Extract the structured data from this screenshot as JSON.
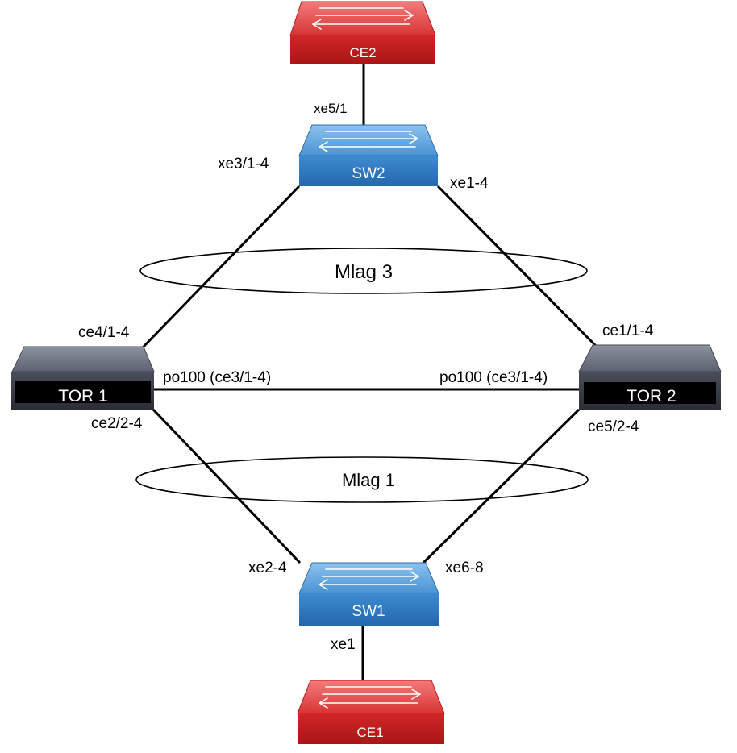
{
  "devices": {
    "ce2": {
      "name": "CE2",
      "kind": "router"
    },
    "sw2": {
      "name": "SW2",
      "kind": "switch"
    },
    "tor1": {
      "name": "TOR 1",
      "kind": "tor"
    },
    "tor2": {
      "name": "TOR 2",
      "kind": "tor"
    },
    "sw1": {
      "name": "SW1",
      "kind": "switch"
    },
    "ce1": {
      "name": "CE1",
      "kind": "router"
    }
  },
  "ports": {
    "sw2_to_ce2": "xe5/1",
    "sw2_to_tor1": "xe3/1-4",
    "sw2_to_tor2": "xe1-4",
    "tor1_to_sw2": "ce4/1-4",
    "tor2_to_sw2": "ce1/1-4",
    "tor1_peer": "po100 (ce3/1-4)",
    "tor2_peer": "po100 (ce3/1-4)",
    "tor1_to_sw1": "ce2/2-4",
    "tor2_to_sw1": "ce5/2-4",
    "sw1_to_tor1": "xe2-4",
    "sw1_to_tor2": "xe6-8",
    "sw1_to_ce1": "xe1"
  },
  "lags": {
    "upper": "Mlag 3",
    "lower": "Mlag 1"
  },
  "colors": {
    "router_red": "#d42a2a",
    "switch_blue": "#3a86cf",
    "tor_gray": "#5f6472",
    "line": "#000000"
  },
  "icons": {
    "ce2": "router-icon",
    "sw2": "switch-icon",
    "tor1": "tor-switch-icon",
    "tor2": "tor-switch-icon",
    "sw1": "switch-icon",
    "ce1": "router-icon"
  }
}
